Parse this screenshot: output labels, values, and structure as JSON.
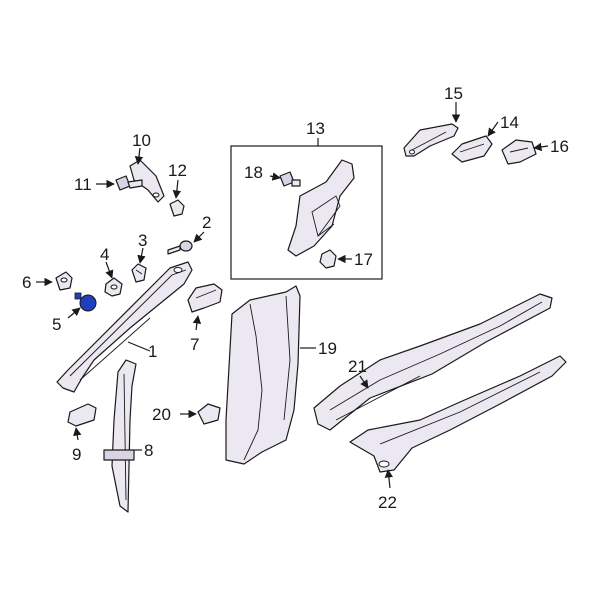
{
  "callouts": {
    "c1": "1",
    "c2": "2",
    "c3": "3",
    "c4": "4",
    "c5": "5",
    "c6": "6",
    "c7": "7",
    "c8": "8",
    "c9": "9",
    "c10": "10",
    "c11": "11",
    "c12": "12",
    "c13": "13",
    "c14": "14",
    "c15": "15",
    "c16": "16",
    "c17": "17",
    "c18": "18",
    "c19": "19",
    "c20": "20",
    "c21": "21",
    "c22": "22"
  },
  "colors": {
    "line": "#1a1a1a",
    "part_fill": "#ece8f2",
    "highlight": "#1f3fbf"
  }
}
